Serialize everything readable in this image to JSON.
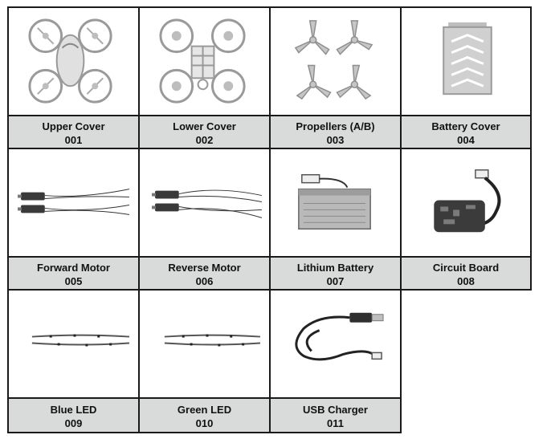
{
  "parts": [
    {
      "name": "Upper Cover",
      "code": "001",
      "icon": "drone-upper-cover-icon"
    },
    {
      "name": "Lower Cover",
      "code": "002",
      "icon": "drone-lower-cover-icon"
    },
    {
      "name": "Propellers (A/B)",
      "code": "003",
      "icon": "propellers-icon"
    },
    {
      "name": "Battery Cover",
      "code": "004",
      "icon": "battery-cover-icon"
    },
    {
      "name": "Forward Motor",
      "code": "005",
      "icon": "motor-icon"
    },
    {
      "name": "Reverse Motor",
      "code": "006",
      "icon": "motor-icon"
    },
    {
      "name": "Lithium Battery",
      "code": "007",
      "icon": "lithium-battery-icon"
    },
    {
      "name": "Circuit Board",
      "code": "008",
      "icon": "circuit-board-icon"
    },
    {
      "name": "Blue LED",
      "code": "009",
      "icon": "led-strip-icon"
    },
    {
      "name": "Green LED",
      "code": "010",
      "icon": "led-strip-icon"
    },
    {
      "name": "USB Charger",
      "code": "011",
      "icon": "usb-charger-icon"
    }
  ],
  "colors": {
    "caption_bg": "#d9dada",
    "border": "#1a1a1a"
  }
}
